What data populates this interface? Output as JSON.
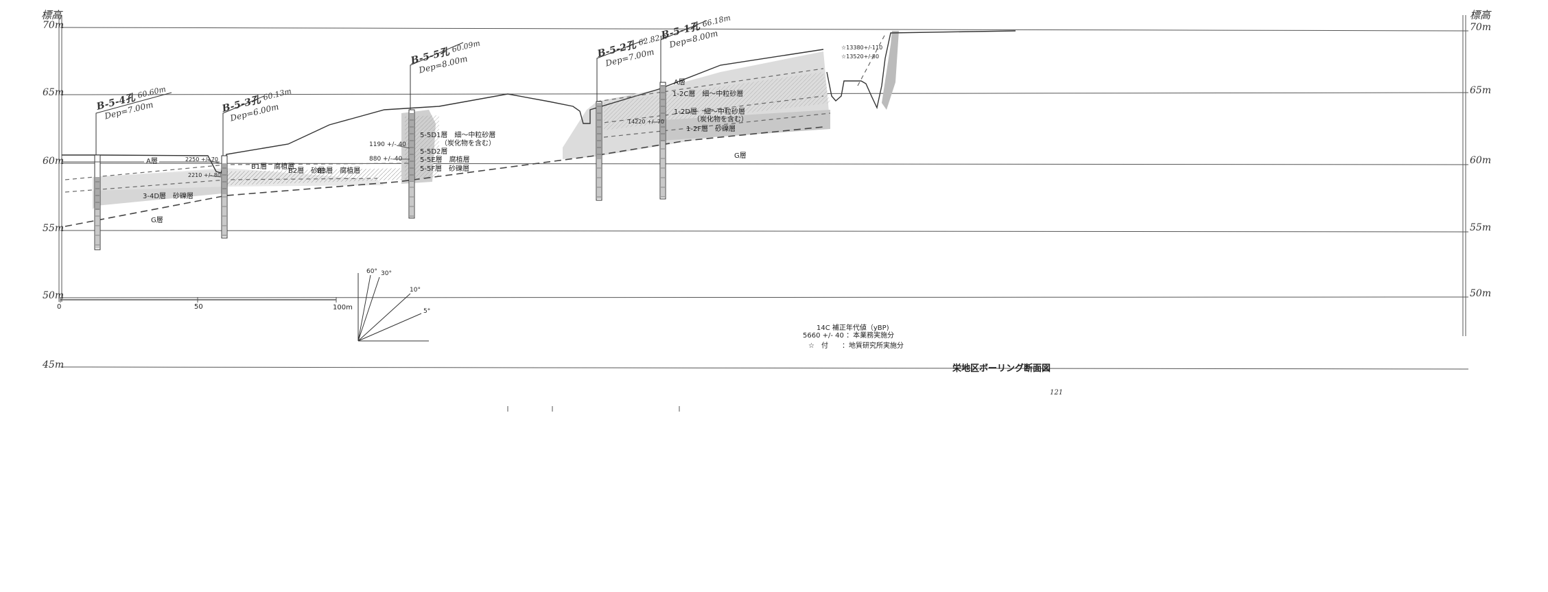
{
  "axis": {
    "elevation_label": "標高",
    "ticks": [
      "70m",
      "65m",
      "60m",
      "55m",
      "50m",
      "45m"
    ]
  },
  "scale_bar": {
    "ticks": [
      "0",
      "50",
      "100m"
    ]
  },
  "boreholes": [
    {
      "id": "B-5-4孔",
      "elev": "60.60m",
      "depth": "Dep=7.00m"
    },
    {
      "id": "B-5-3孔",
      "elev": "60.13m",
      "depth": "Dep=6.00m"
    },
    {
      "id": "B-5-5孔",
      "elev": "60.09m",
      "depth": "Dep=8.00m"
    },
    {
      "id": "B-5-2孔",
      "elev": "62.82m",
      "depth": "Dep=7.00m"
    },
    {
      "id": "B-5-1孔",
      "elev": "66.18m",
      "depth": "Dep=8.00m"
    }
  ],
  "layers": {
    "a_left": "A層",
    "b1": "B1層　腐植層",
    "b2": "B2層　砂層",
    "b3": "B3層　腐植層",
    "s34d": "3-4D層　砂礫層",
    "g_left": "G層",
    "s5d1a": "5-5D1層　細～中粒砂層",
    "s5d1b": "（炭化物を含む）",
    "s5d2": "5-5D2層",
    "s5e": "5-5E層　腐植層",
    "s5f": "5-5F層　砂礫層",
    "a_right": "A層",
    "c12": "1-2C層　細～中粒砂層",
    "d12a": "1-2D層　細～中粒砂層",
    "d12b": "（炭化物を含む）",
    "f12": "1-2F層　砂礫層",
    "g_right": "G層"
  },
  "ages": {
    "a2250": "2250 +/- 70",
    "a2210": "2210 +/- 80",
    "a1190": "1190 +/- 40",
    "a880": "880 +/- 40",
    "a14220": "14220 +/- 70",
    "a13380": "☆13380+/-110",
    "a13520": "☆13520+/-80"
  },
  "slope": {
    "labels": [
      "60°",
      "30°",
      "10°",
      "5°"
    ]
  },
  "legend": {
    "title": "14C 補正年代値（yBP)",
    "row1": "5660 +/- 40 ：本業務実施分",
    "row2": "☆　付　　：地質研究所実施分"
  },
  "title": "栄地区ボーリング断面図",
  "page_note": "121"
}
